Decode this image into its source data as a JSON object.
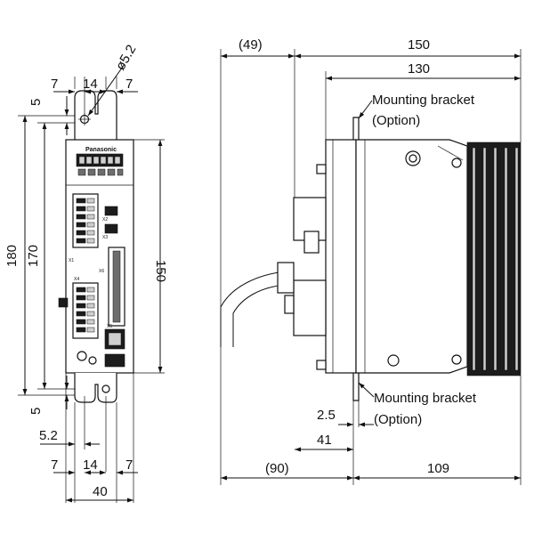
{
  "front_view": {
    "brand": "Panasonic",
    "port_labels": [
      "X1",
      "X2",
      "X3",
      "X4",
      "X5",
      "X6"
    ],
    "dims": {
      "top_7_left": "7",
      "top_14": "14",
      "top_7_right": "7",
      "hole_dia": "ø5.2",
      "top_5": "5",
      "h_180": "180",
      "h_170": "170",
      "h_150": "150",
      "bottom_5": "5",
      "bottom_52": "5.2",
      "bottom_7_left": "7",
      "bottom_14": "14",
      "bottom_7_right": "7",
      "width_40": "40"
    }
  },
  "side_view": {
    "dims": {
      "cable_49": "(49)",
      "depth_150": "150",
      "depth_130": "130",
      "bracket_25": "2.5",
      "bracket_41": "41",
      "cable_90": "(90)",
      "depth_109": "109"
    },
    "labels": {
      "top_bracket": "Mounting bracket",
      "top_option": "(Option)",
      "bottom_bracket": "Mounting bracket",
      "bottom_option": "(Option)"
    }
  }
}
